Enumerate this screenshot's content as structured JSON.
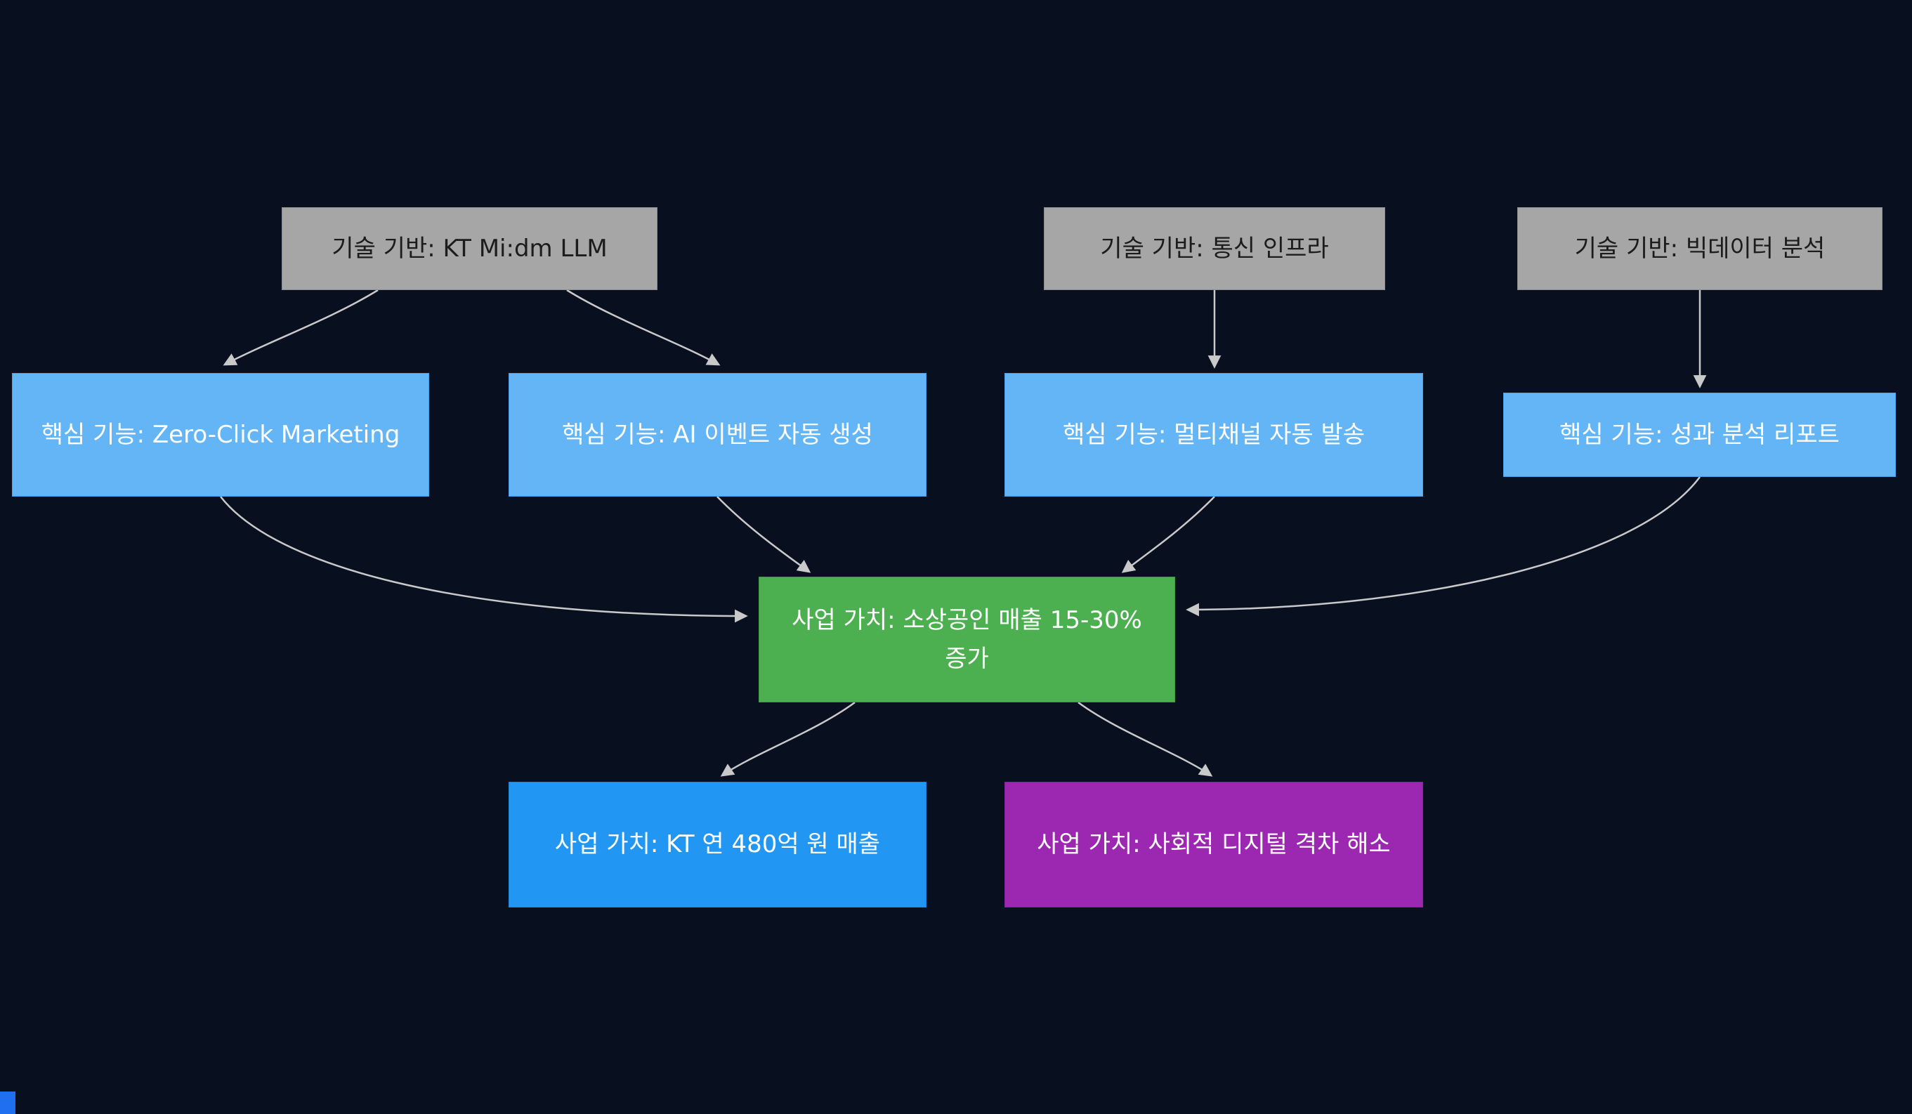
{
  "diagram": {
    "type": "flowchart",
    "background_color": "#081020",
    "edge_color": "#c9c9c9",
    "nodes": {
      "tech_llm": {
        "label": "기술 기반: KT Mi:dm LLM",
        "color": "#a6a6a6",
        "role": "technology"
      },
      "tech_telecom": {
        "label": "기술 기반: 통신 인프라",
        "color": "#a6a6a6",
        "role": "technology"
      },
      "tech_bigdata": {
        "label": "기술 기반: 빅데이터 분석",
        "color": "#a6a6a6",
        "role": "technology"
      },
      "feat_zeroclick": {
        "label": "핵심 기능: Zero-Click Marketing",
        "color": "#64b5f6",
        "role": "feature"
      },
      "feat_ai_event": {
        "label": "핵심 기능: AI 이벤트 자동 생성",
        "color": "#64b5f6",
        "role": "feature"
      },
      "feat_multichannel": {
        "label": "핵심 기능: 멀티채널 자동 발송",
        "color": "#64b5f6",
        "role": "feature"
      },
      "feat_report": {
        "label": "핵심 기능: 성과 분석 리포트",
        "color": "#64b5f6",
        "role": "feature"
      },
      "value_sales": {
        "label": "사업 가치: 소상공인 매출 15-30% 증가",
        "color": "#4caf50",
        "role": "business-value"
      },
      "value_kt": {
        "label": "사업 가치: KT 연 480억 원 매출",
        "color": "#2196f3",
        "role": "business-value"
      },
      "value_social": {
        "label": "사업 가치: 사회적 디지털 격차 해소",
        "color": "#9c27b0",
        "role": "business-value"
      }
    },
    "edges": [
      {
        "from": "tech_llm",
        "to": "feat_zeroclick"
      },
      {
        "from": "tech_llm",
        "to": "feat_ai_event"
      },
      {
        "from": "tech_telecom",
        "to": "feat_multichannel"
      },
      {
        "from": "tech_bigdata",
        "to": "feat_report"
      },
      {
        "from": "feat_zeroclick",
        "to": "value_sales"
      },
      {
        "from": "feat_ai_event",
        "to": "value_sales"
      },
      {
        "from": "feat_multichannel",
        "to": "value_sales"
      },
      {
        "from": "feat_report",
        "to": "value_sales"
      },
      {
        "from": "value_sales",
        "to": "value_kt"
      },
      {
        "from": "value_sales",
        "to": "value_social"
      }
    ]
  }
}
